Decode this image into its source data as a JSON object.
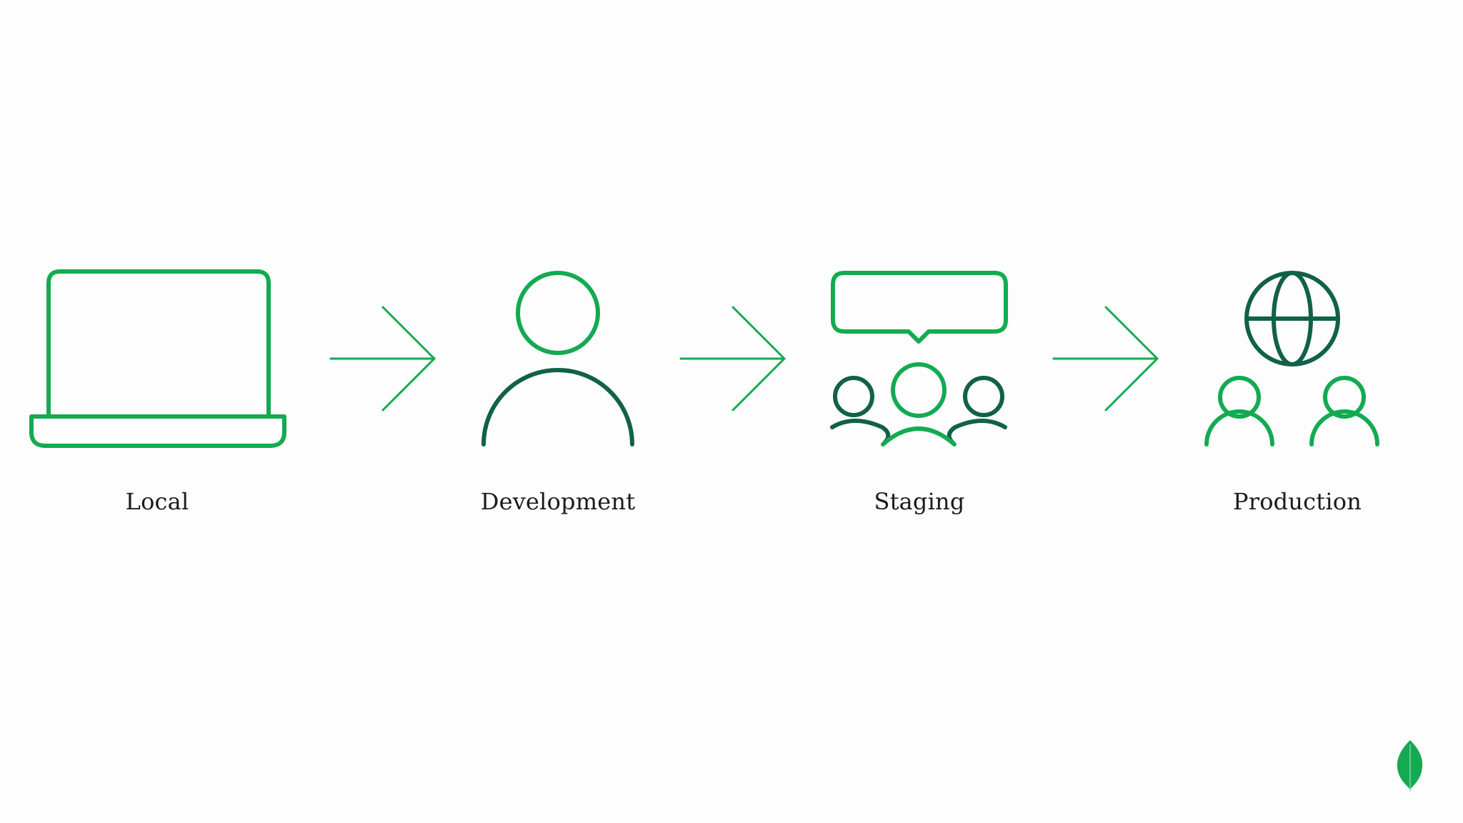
{
  "diagram": {
    "stages": [
      {
        "label": "Local",
        "icon": "laptop-icon"
      },
      {
        "label": "Development",
        "icon": "person-icon"
      },
      {
        "label": "Staging",
        "icon": "group-chat-icon"
      },
      {
        "label": "Production",
        "icon": "globe-users-icon"
      }
    ],
    "connector_icon": "arrow-right-icon"
  },
  "brand": {
    "logo_icon": "leaf-icon"
  },
  "colors": {
    "background": "#fdfdfd",
    "bright_green": "#13aa52",
    "dark_green": "#116149",
    "text": "#1b1b1b"
  }
}
